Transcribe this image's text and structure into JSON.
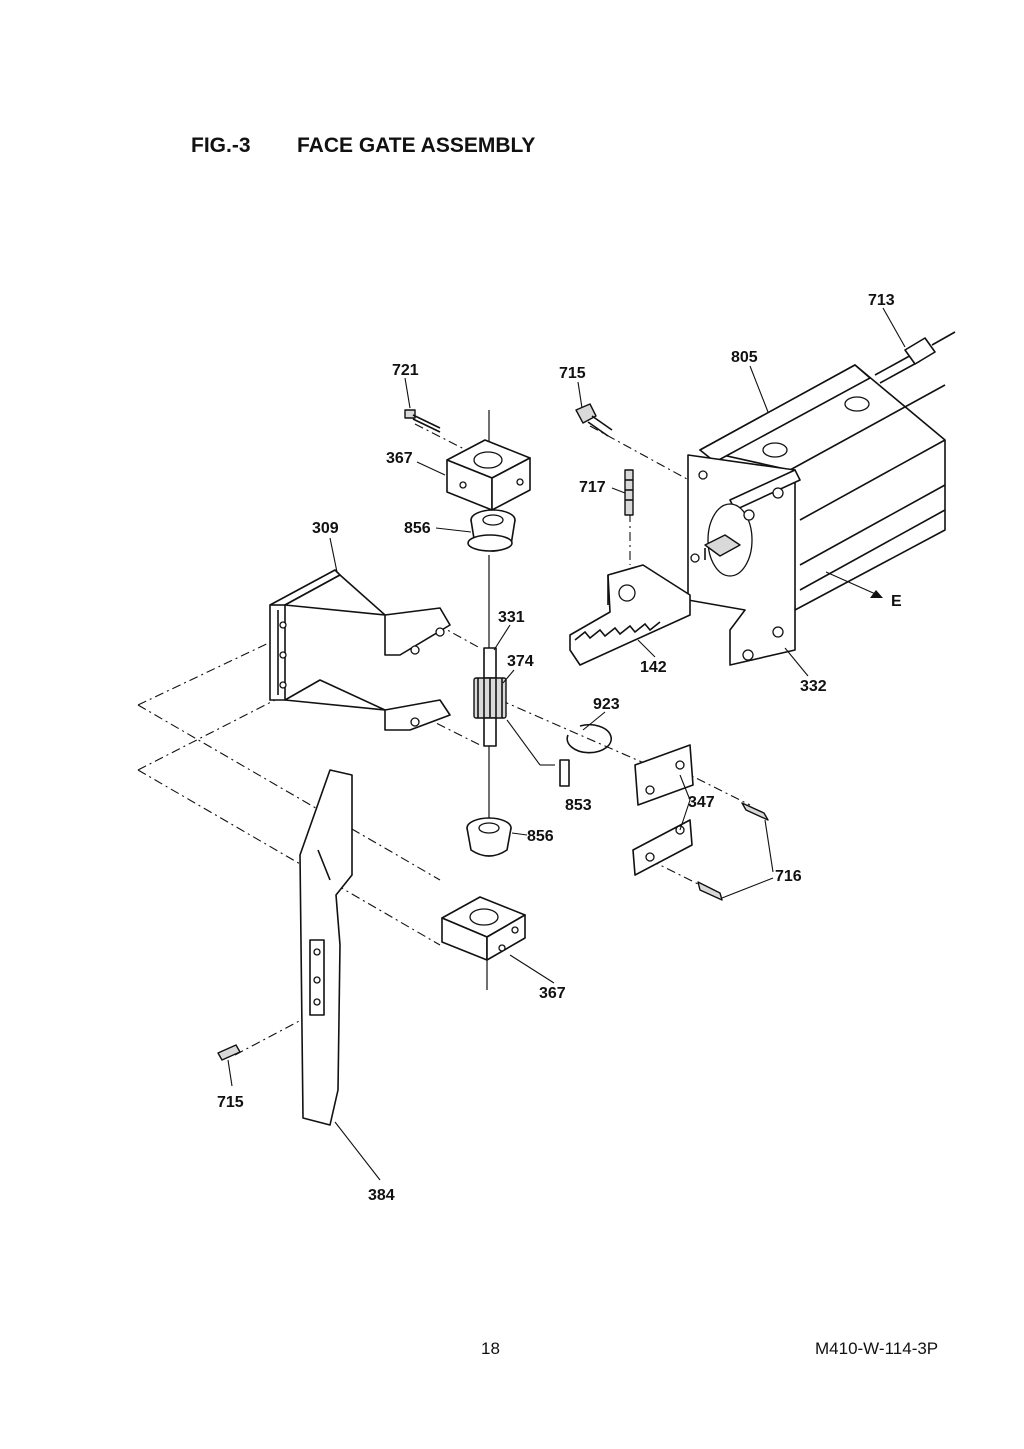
{
  "header": {
    "figure_number": "FIG.-3",
    "figure_title": "FACE GATE ASSEMBLY"
  },
  "callouts": {
    "c713": "713",
    "c805": "805",
    "c721": "721",
    "c715a": "715",
    "c367a": "367",
    "c717": "717",
    "c309": "309",
    "c856a": "856",
    "c331": "331",
    "c374": "374",
    "c142": "142",
    "c332": "332",
    "c E": "E",
    "cE": "E",
    "c923": "923",
    "c853": "853",
    "c347": "347",
    "c856b": "856",
    "c716": "716",
    "c367b": "367",
    "c715b": "715",
    "c384": "384"
  },
  "footer": {
    "page_number": "18",
    "document_code": "M410-W-114-3P"
  }
}
